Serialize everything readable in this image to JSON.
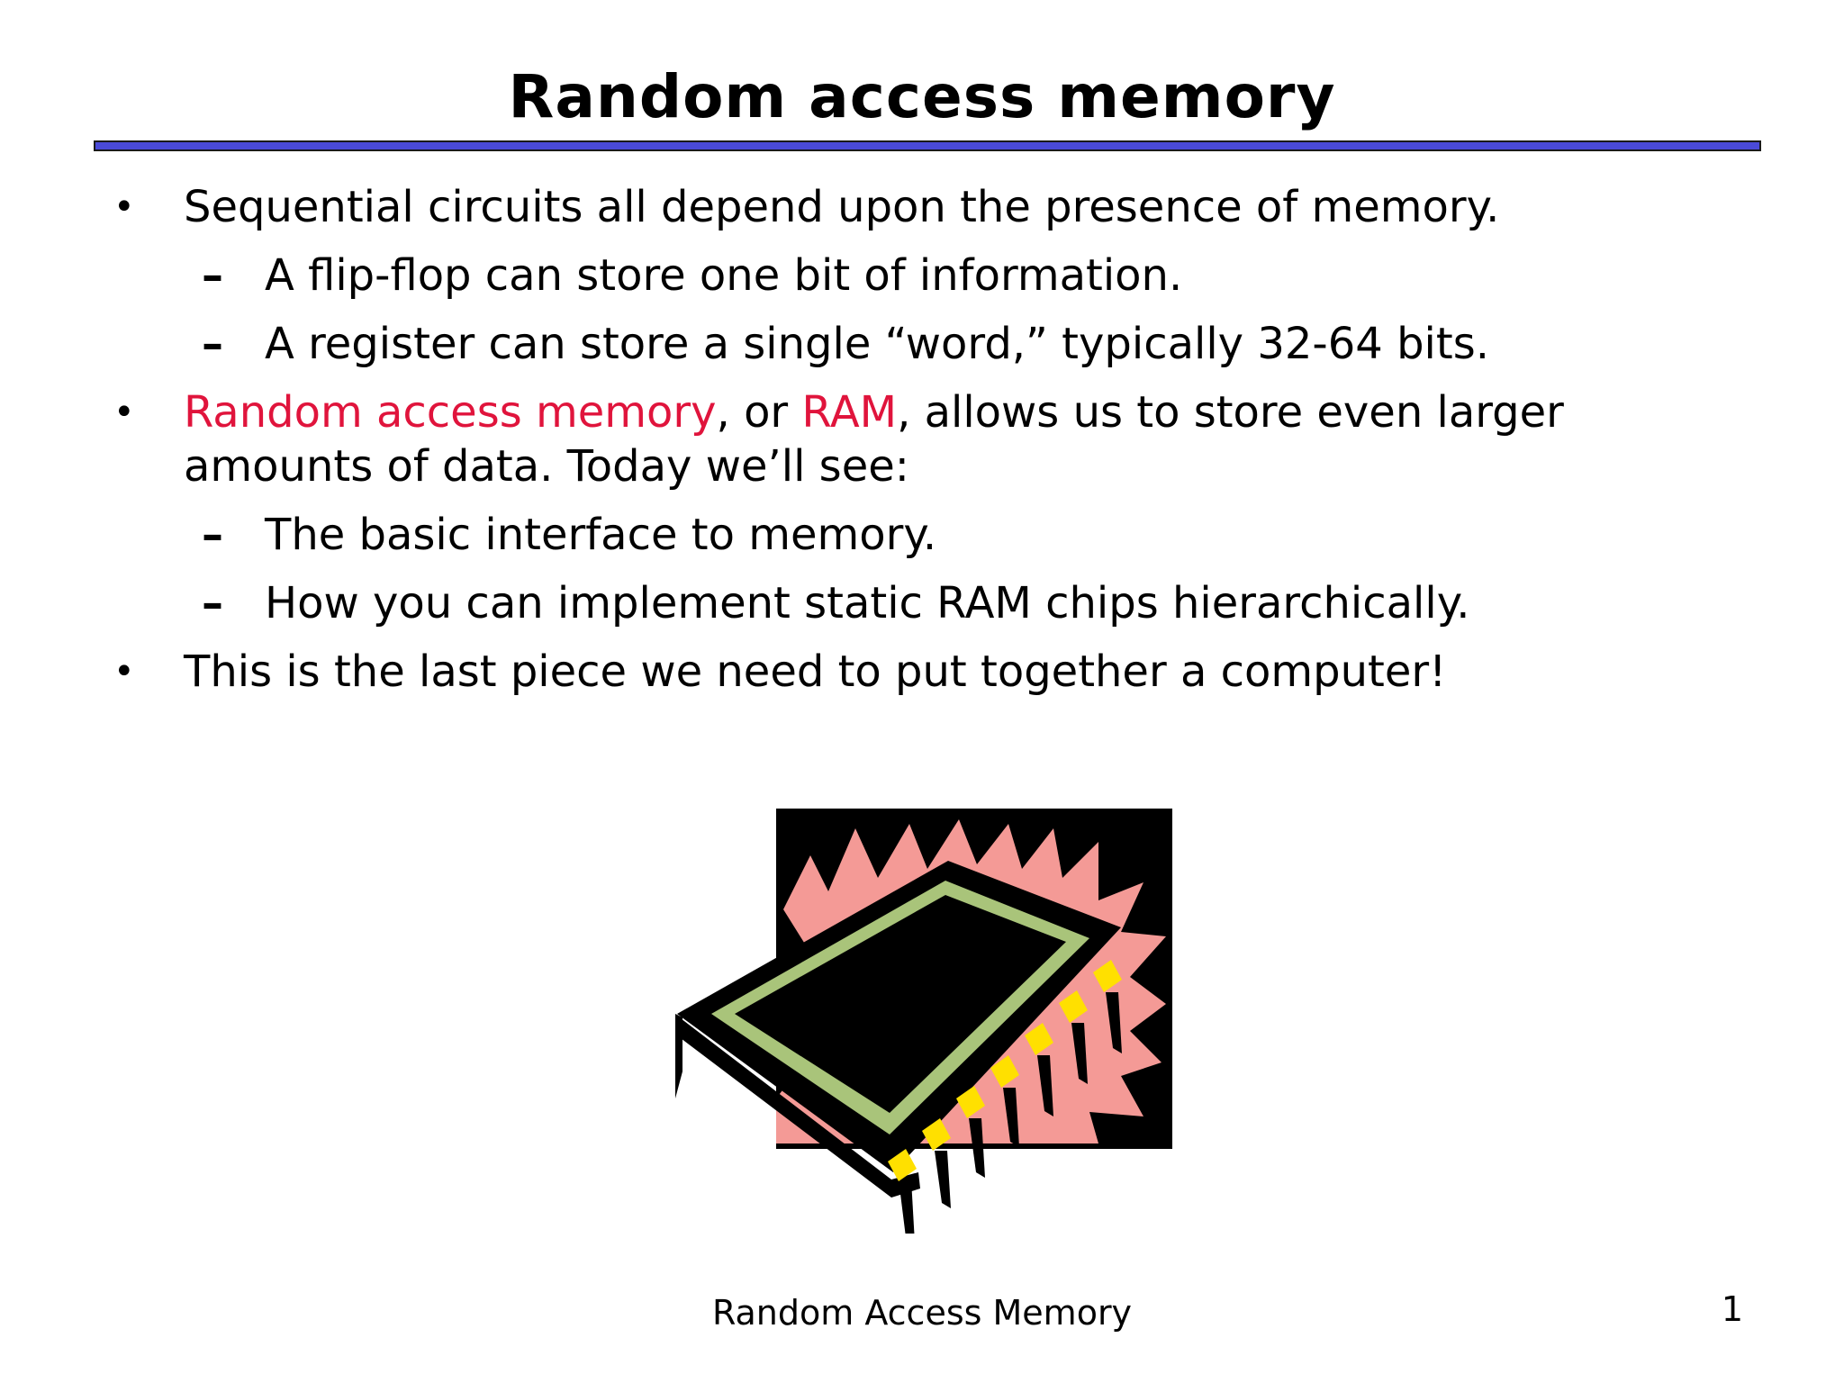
{
  "title": "Random access memory",
  "bullets": [
    {
      "level": 1,
      "marker": "•",
      "text": "Sequential circuits all depend upon the presence of memory."
    },
    {
      "level": 2,
      "marker": "–",
      "text": "A flip-flop can store one bit of information."
    },
    {
      "level": 2,
      "marker": "–",
      "text": "A register can store a single “word,” typically 32-64 bits."
    },
    {
      "level": 1,
      "marker": "•",
      "parts": [
        {
          "text": "Random access memory",
          "highlight": true
        },
        {
          "text": ", or ",
          "highlight": false
        },
        {
          "text": "RAM",
          "highlight": true
        },
        {
          "text": ", allows us to store even larger amounts of data. Today we’ll see:",
          "highlight": false
        }
      ]
    },
    {
      "level": 2,
      "marker": "–",
      "text": "The basic interface to memory."
    },
    {
      "level": 2,
      "marker": "–",
      "text": "How you can implement static RAM chips hierarchically."
    },
    {
      "level": 1,
      "marker": "•",
      "text": "This is the last piece we need to put together a computer!"
    }
  ],
  "footer": "Random Access Memory",
  "page_number": "1",
  "colors": {
    "highlight": "#e0143c",
    "title_rule": "#4a4ad8"
  },
  "clipart": {
    "icon": "memory-chip-icon"
  }
}
